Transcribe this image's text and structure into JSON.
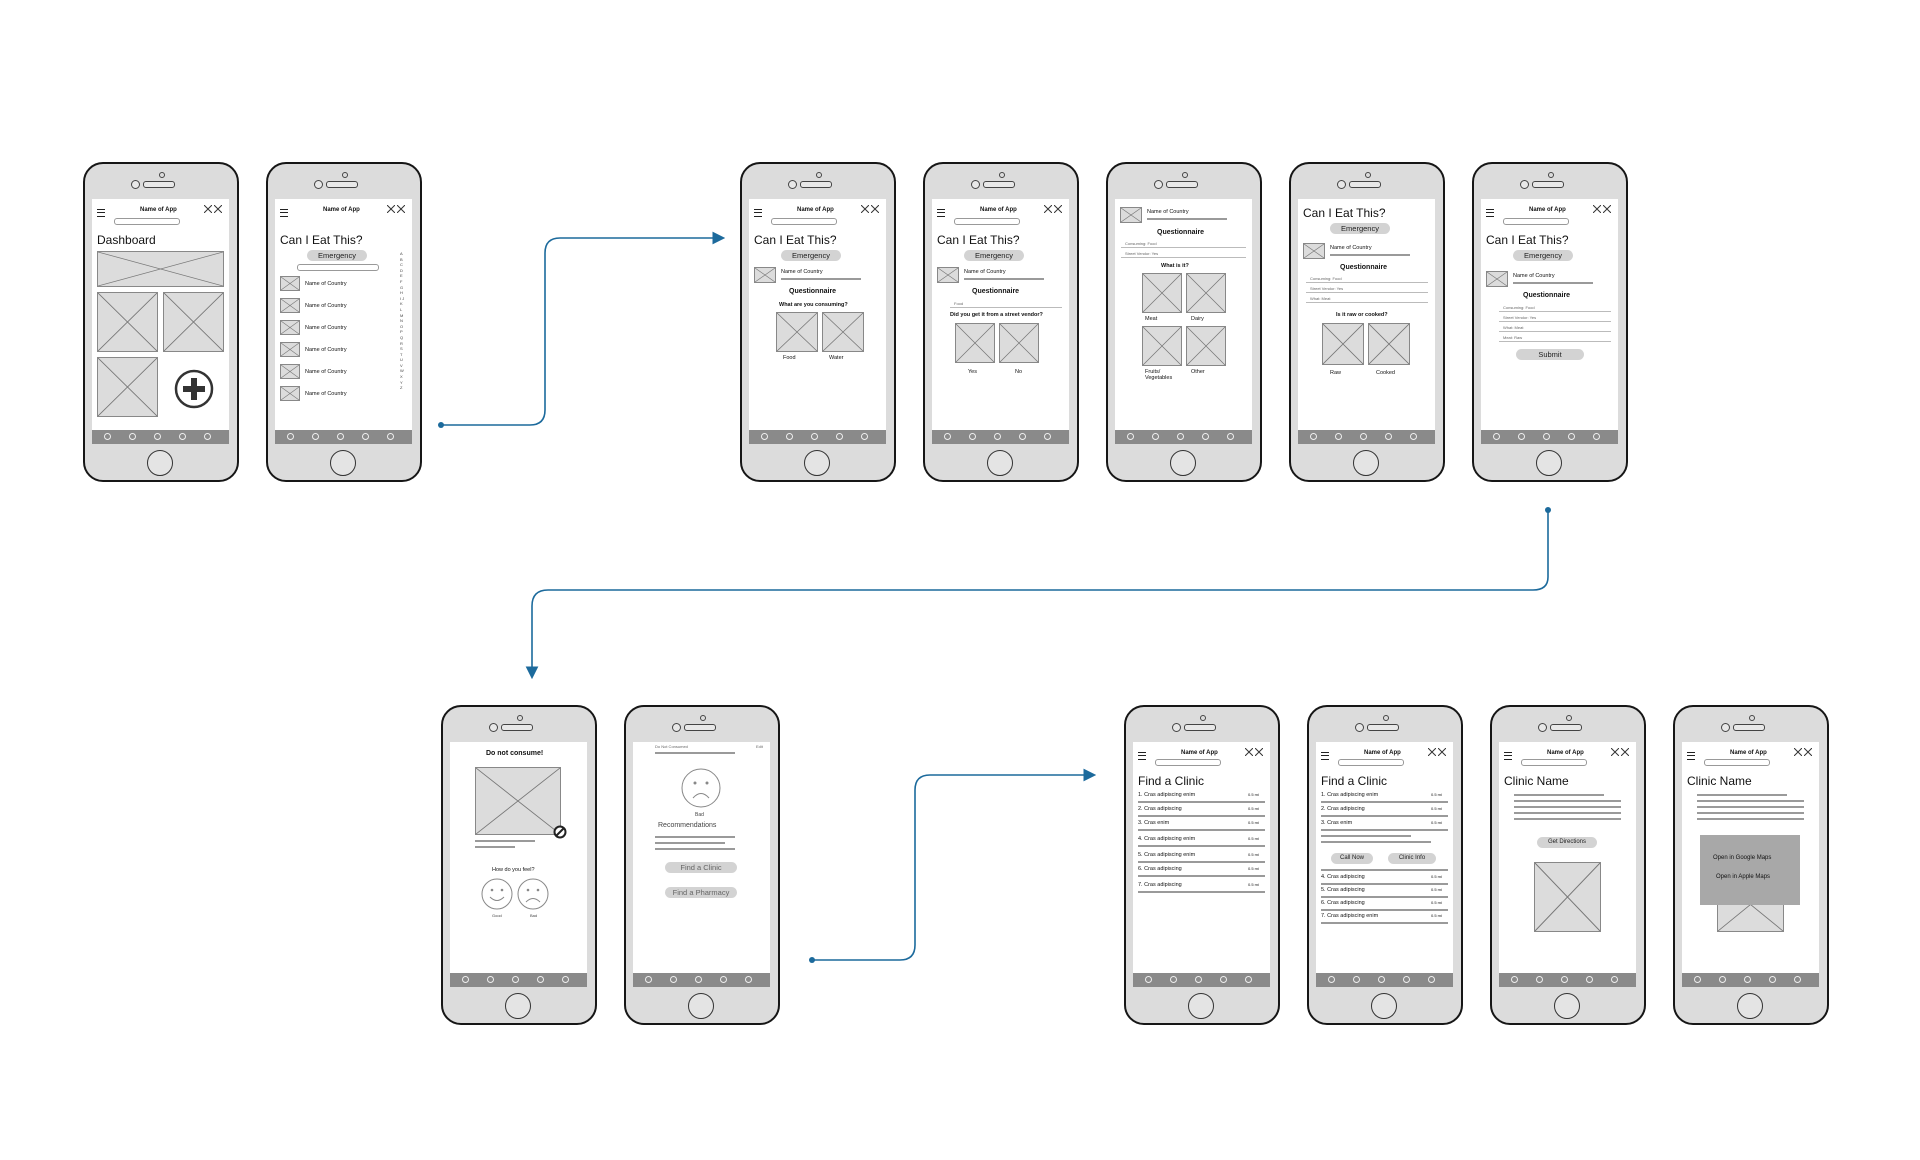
{
  "nav": {
    "app_name": "Name of App"
  },
  "dashboard": {
    "title": "Dashboard"
  },
  "list": {
    "title": "Can I Eat This?",
    "emergency": "Emergency",
    "country": "Name of Country",
    "alphabet": "A B C D E F G H I J K L M N O P Q R S T U V W X Y Z"
  },
  "q": {
    "title": "Can I Eat This?",
    "emergency": "Emergency",
    "country": "Name of Country",
    "questionnaire": "Questionnaire",
    "q1": "What are you consuming?",
    "food": "Food",
    "water": "Water",
    "q2": "Did you get it from a street vendor?",
    "yes": "Yes",
    "no": "No",
    "food_row": "Food",
    "q3": "What is it?",
    "meat": "Meat",
    "dairy": "Dairy",
    "fruits": "Fruits/ Vegetables",
    "other": "Other",
    "consuming_food": "Consuming: Food",
    "street_vendor": "Street Vendor: Yes",
    "what_meat": "What: Meat",
    "meat_raw": "Meat: Raw",
    "q4": "Is it raw or cooked?",
    "raw": "Raw",
    "cooked": "Cooked",
    "submit": "Submit",
    "edit": "Edit"
  },
  "result": {
    "do_not": "Do not consume!",
    "feel": "How do you feel?",
    "good": "Good",
    "bad": "Bad",
    "do_not_row": "Do Not Consumed",
    "recs": "Recommendations",
    "find_clinic": "Find a Clinic",
    "find_pharmacy": "Find a Pharmacy"
  },
  "clinics": {
    "title": "Find a Clinic",
    "dist": "0.5 mi",
    "items": [
      "Cras adipiscing enim",
      "Cras adipiscing",
      "Cras enim",
      "Cras adipiscing enim",
      "Cras adipiscing enim",
      "Cras adipiscing",
      "Cras adipiscing"
    ],
    "call": "Call Now",
    "info": "Clinic Info",
    "more": [
      "Cras adipiscing",
      "Cras adipiscing",
      "Cras adipiscing",
      "Cras adipiscing enim"
    ]
  },
  "clinic": {
    "name": "Clinic Name",
    "directions": "Get Directions",
    "google": "Open in Google Maps",
    "apple": "Open in Apple Maps"
  }
}
